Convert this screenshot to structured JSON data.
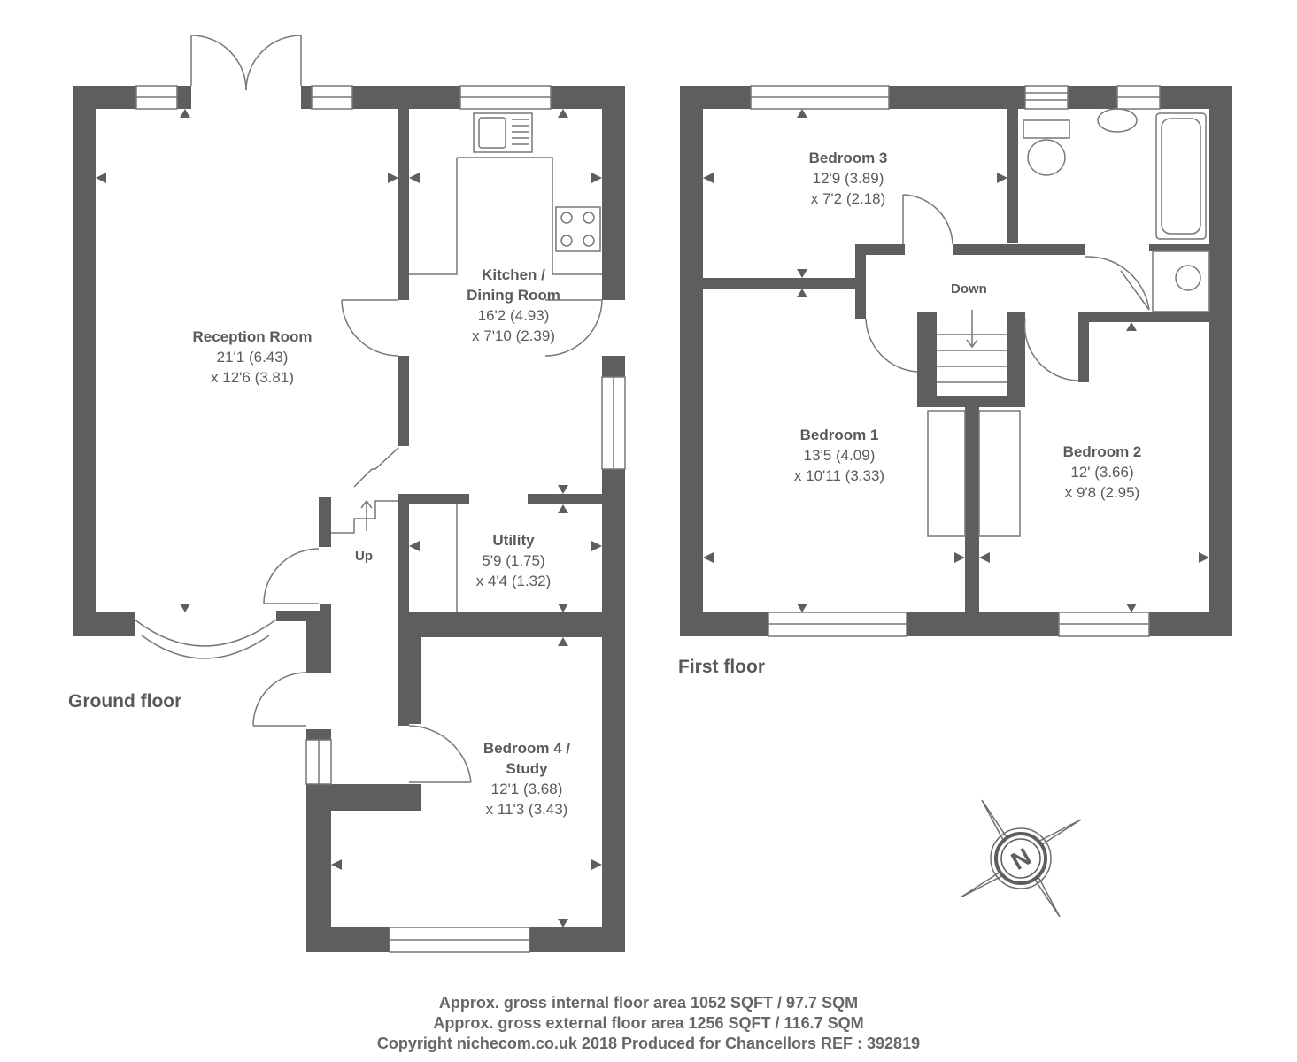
{
  "colors": {
    "wall": "#5e5e5e",
    "line": "#6e6e6e",
    "text": "#5a5a5a"
  },
  "ground_floor": {
    "label": "Ground floor",
    "rooms": [
      {
        "id": "reception",
        "name": "Reception Room",
        "dim1": "21'1 (6.43)",
        "dim2": "x 12'6 (3.81)"
      },
      {
        "id": "kitchen",
        "name": "Kitchen /",
        "name2": "Dining Room",
        "dim1": "16'2 (4.93)",
        "dim2": "x 7'10 (2.39)"
      },
      {
        "id": "utility",
        "name": "Utility",
        "dim1": "5'9 (1.75)",
        "dim2": "x 4'4 (1.32)"
      },
      {
        "id": "bedroom4",
        "name": "Bedroom 4 /",
        "name2": "Study",
        "dim1": "12'1 (3.68)",
        "dim2": "x 11'3 (3.43)"
      }
    ],
    "stairs_label": "Up"
  },
  "first_floor": {
    "label": "First floor",
    "rooms": [
      {
        "id": "bedroom3",
        "name": "Bedroom 3",
        "dim1": "12'9 (3.89)",
        "dim2": "x 7'2 (2.18)"
      },
      {
        "id": "bedroom1",
        "name": "Bedroom 1",
        "dim1": "13'5 (4.09)",
        "dim2": "x 10'11 (3.33)"
      },
      {
        "id": "bedroom2",
        "name": "Bedroom 2",
        "dim1": "12' (3.66)",
        "dim2": "x 9'8 (2.95)"
      }
    ],
    "stairs_label": "Down"
  },
  "compass": {
    "letter": "N",
    "icon": "compass-north-icon"
  },
  "footer": {
    "line1": "Approx. gross internal floor area 1052 SQFT / 97.7 SQM",
    "line2": "Approx. gross external floor area 1256 SQFT / 116.7 SQM",
    "line3": "Copyright nichecom.co.uk 2018 Produced for Chancellors REF : 392819"
  }
}
